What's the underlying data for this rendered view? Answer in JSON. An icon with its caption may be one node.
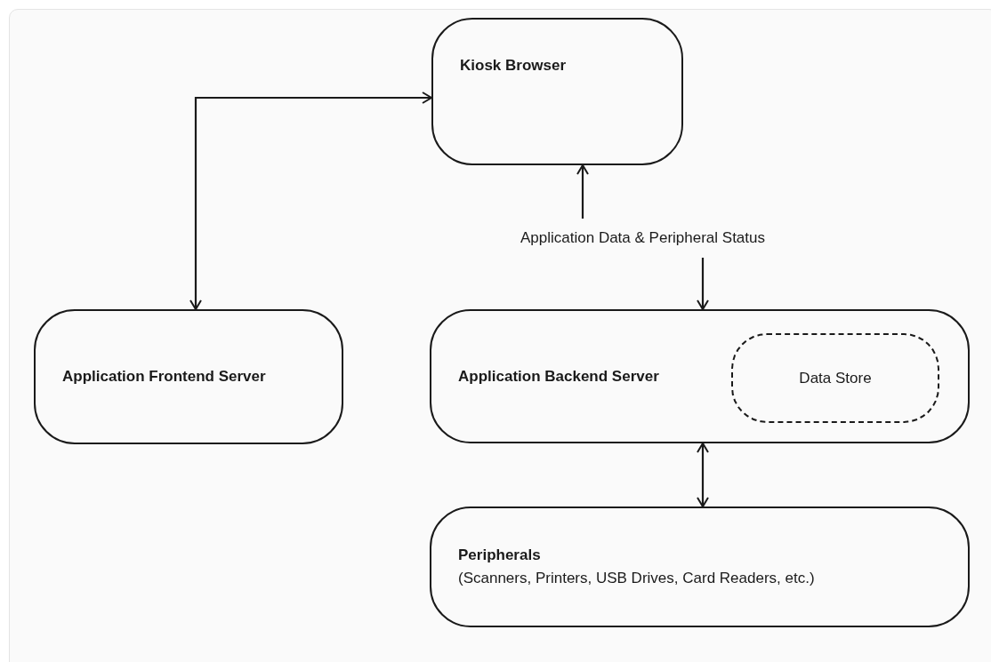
{
  "diagram": {
    "nodes": [
      {
        "text": [
          "Kiosk Browser"
        ]
      },
      {
        "text": [
          "Application Data & Peripheral Status"
        ]
      },
      {
        "text": [
          "Application Frontend Server"
        ]
      },
      {
        "text": [
          "Application Backend Server"
        ]
      },
      {
        "text": [
          "Data Store"
        ],
        "in": 3
      },
      {
        "text": [
          "Peripherals",
          "(Scanners, Printers, USB Drives, Card Readers, etc.)"
        ]
      }
    ],
    "edges": [
      {
        "from": 2,
        "to": 0,
        "arrow": "both"
      },
      {
        "from": 1,
        "to": 0,
        "arrow": "to"
      },
      {
        "from": 1,
        "to": 3,
        "arrow": "to"
      },
      {
        "from": 3,
        "to": 5,
        "arrow": "both"
      }
    ]
  }
}
